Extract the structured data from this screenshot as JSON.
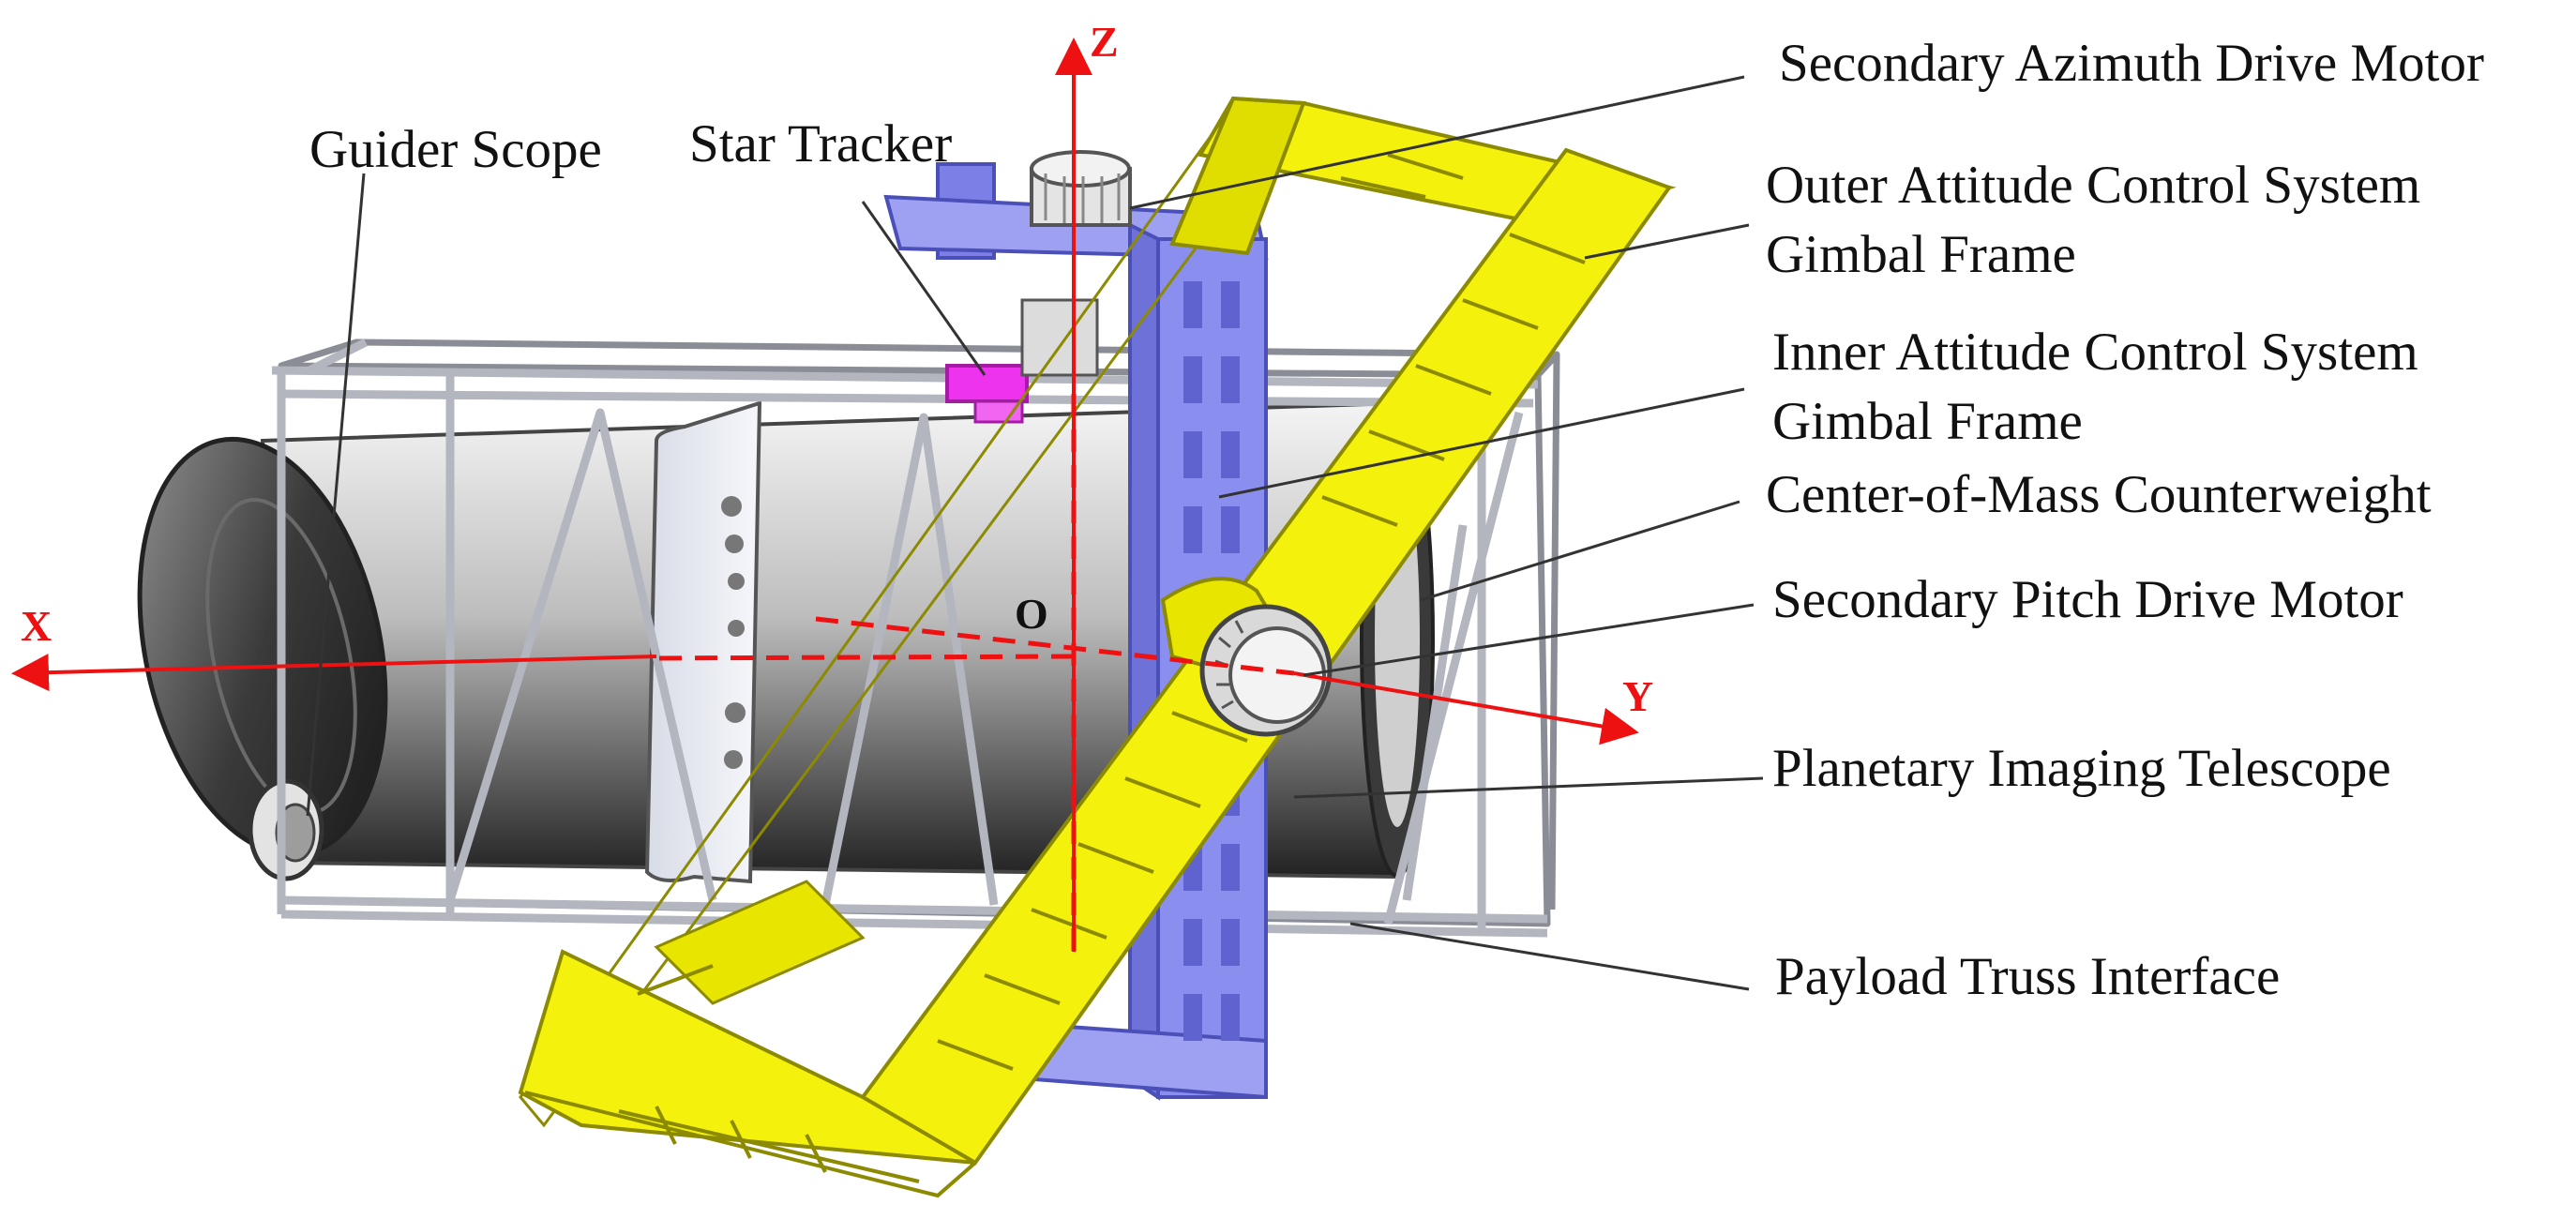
{
  "colors": {
    "axis": "#ee1111",
    "origin_label": "#111111",
    "leader_line": "#333333",
    "outer_frame": "#f4f20c",
    "outer_frame_dark": "#c9c400",
    "inner_frame": "#8c8fef",
    "inner_frame_dark": "#5b5ec8",
    "star_tracker": "#ee33ee",
    "tube_light": "#f2f2f2",
    "tube_dark": "#2a2a2a",
    "truss": "#d4d6dc"
  },
  "axes": {
    "x_label": "X",
    "y_label": "Y",
    "z_label": "Z",
    "origin_label": "O"
  },
  "callouts": {
    "guider_scope": "Guider Scope",
    "star_tracker": "Star Tracker",
    "secondary_azimuth_drive_motor": "Secondary Azimuth Drive Motor",
    "outer_acs_gimbal_frame_line1": "Outer Attitude Control System",
    "outer_acs_gimbal_frame_line2": "Gimbal Frame",
    "inner_acs_gimbal_frame_line1": "Inner Attitude Control System",
    "inner_acs_gimbal_frame_line2": "Gimbal Frame",
    "center_of_mass_counterweight": "Center-of-Mass Counterweight",
    "secondary_pitch_drive_motor": "Secondary Pitch Drive Motor",
    "planetary_imaging_telescope": "Planetary Imaging Telescope",
    "payload_truss_interface": "Payload Truss Interface"
  }
}
